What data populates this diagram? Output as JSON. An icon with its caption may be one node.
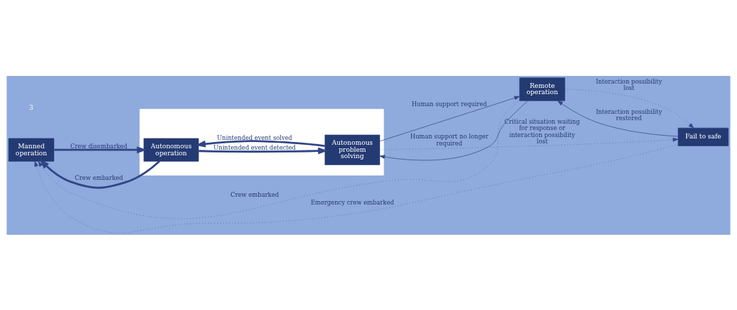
{
  "diagram": {
    "nodes": [
      {
        "text": [
          "Manned operation"
        ]
      },
      {
        "text": [],
        "shape": "box"
      },
      {
        "text": [
          "Autonomous operation"
        ],
        "in": 1
      },
      {
        "text": [
          "Autonomous problem solving"
        ],
        "in": 1
      },
      {
        "text": [
          "Remote operation"
        ]
      },
      {
        "text": [
          "Fail to safe"
        ]
      }
    ],
    "edges": [
      {
        "from": 2,
        "to": 0,
        "arrow": "to",
        "label": "Crew embarked",
        "style": "thick"
      },
      {
        "from": 0,
        "to": 2,
        "arrow": "to",
        "label": "Crew disembarked",
        "style": "thick"
      },
      {
        "from": 3,
        "to": 2,
        "arrow": "to",
        "label": "Unintended event solved",
        "style": "thick"
      },
      {
        "from": 2,
        "to": 3,
        "arrow": "to",
        "label": "Unintended event detected",
        "style": "thick"
      },
      {
        "from": 4,
        "to": 3,
        "arrow": "to",
        "label": "Human support no longer required"
      },
      {
        "from": 3,
        "to": 4,
        "arrow": "to",
        "label": "Human support required"
      },
      {
        "from": 5,
        "to": 4,
        "arrow": "to",
        "label": "Interaction possibility restored"
      },
      {
        "from": 4,
        "to": 5,
        "arrow": "to",
        "label": "Interaction possibility lost",
        "style": "dashed"
      },
      {
        "from": 4,
        "to": 0,
        "arrow": "to",
        "label": "Crew embarked",
        "style": "dashed"
      },
      {
        "from": 3,
        "to": 5,
        "arrow": "to",
        "label": "Critical situation waiting for response or interaction possibility lost",
        "style": "dashed"
      },
      {
        "from": 5,
        "to": 0,
        "arrow": "to",
        "label": "Emergency crew embarked",
        "style": "dashed"
      }
    ],
    "labels": [
      "3"
    ]
  }
}
